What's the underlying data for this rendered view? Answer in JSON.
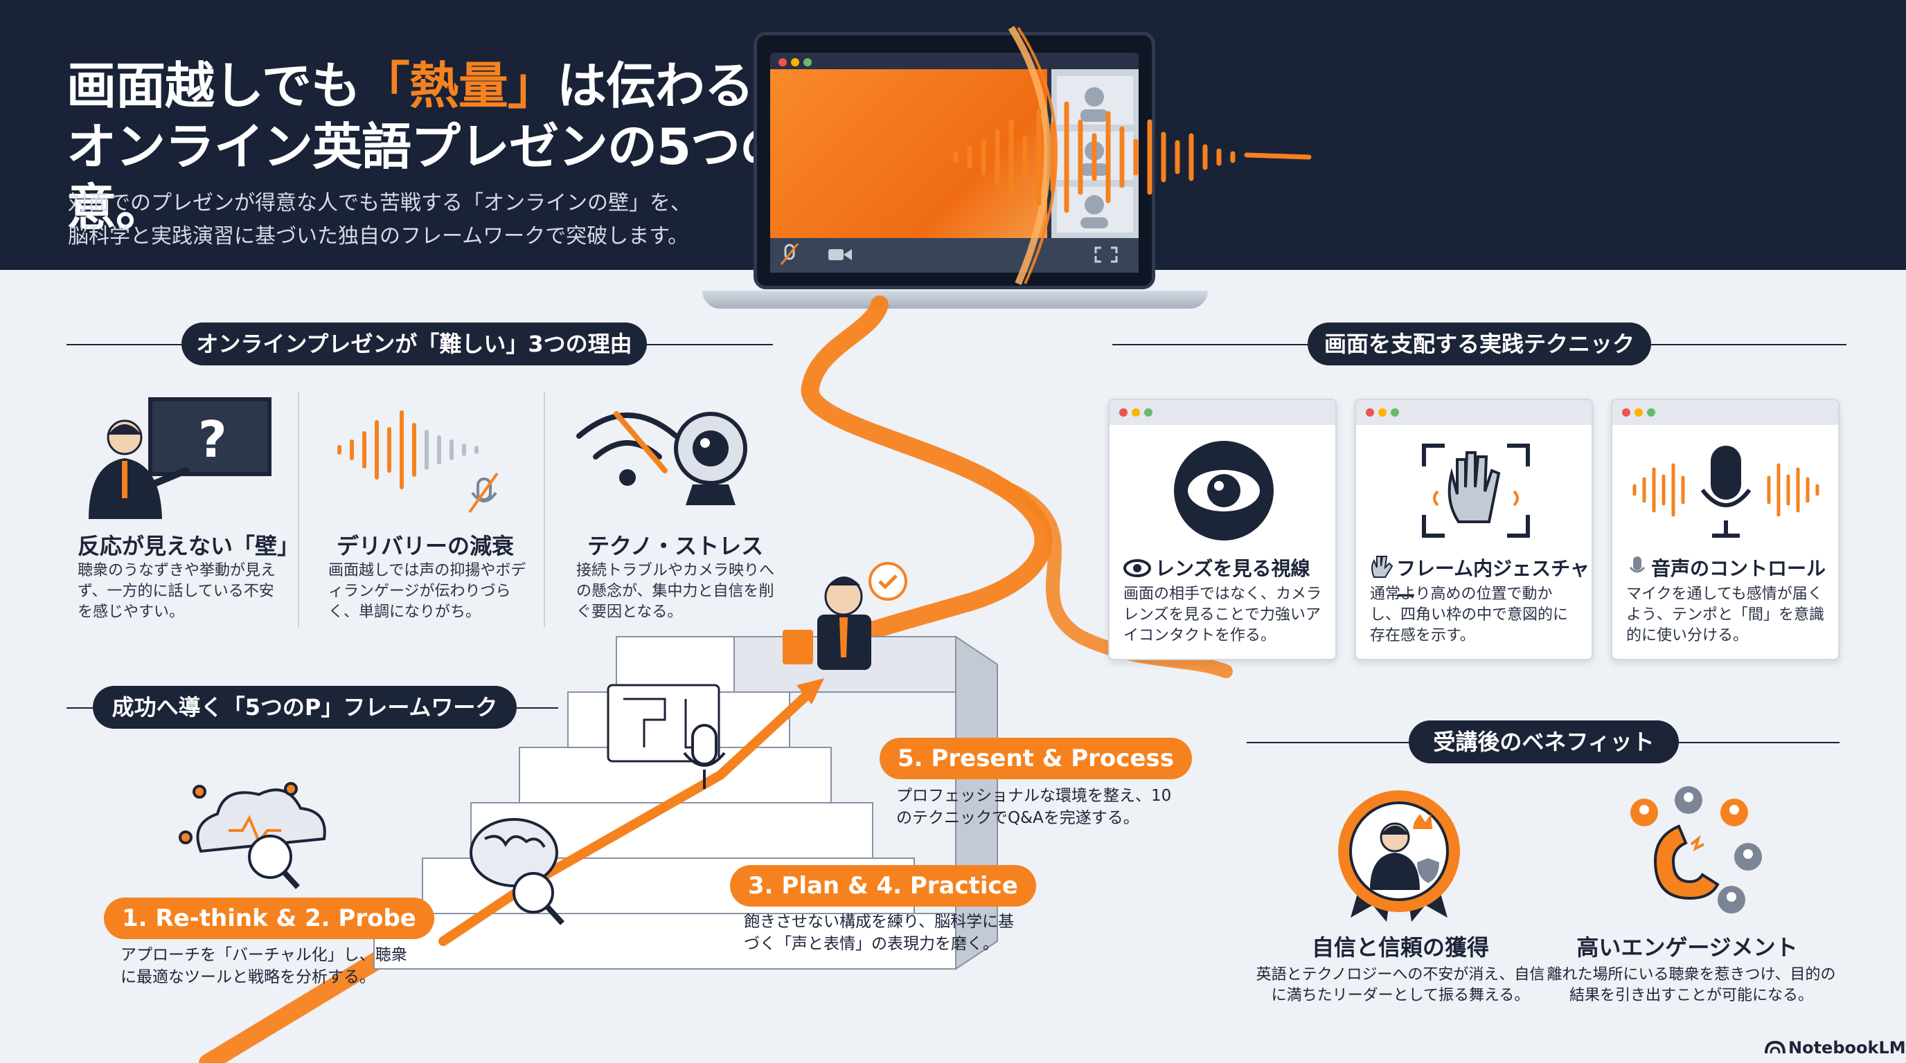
{
  "header": {
    "title_line1_pre": "画面越しでも",
    "title_line1_hl": "「熱量」",
    "title_line1_post": "は伝わる。",
    "title_line2": "オンライン英語プレゼンの5つの極意。",
    "subtitle_line1": "対面でのプレゼンが得意な人でも苦戦する「オンラインの壁」を、",
    "subtitle_line2": "脳科学と実践演習に基づいた独自のフレームワークで突破します。"
  },
  "reasons": {
    "heading": "オンラインプレゼンが「難しい」3つの理由",
    "items": [
      {
        "title": "反応が見えない「壁」",
        "desc": "聴衆のうなずきや挙動が見えず、一方的に話している不安を感じやすい。"
      },
      {
        "title": "デリバリーの減衰",
        "desc": "画面越しでは声の抑揚やボディランゲージが伝わりづらく、単調になりがち。"
      },
      {
        "title": "テクノ・ストレス",
        "desc": "接続トラブルやカメラ映りへの懸念が、集中力と自信を削ぐ要因となる。"
      }
    ]
  },
  "techniques": {
    "heading": "画面を支配する実践テクニック",
    "items": [
      {
        "title": "レンズを見る視線",
        "desc": "画面の相手ではなく、カメラレンズを見ることで力強いアイコンタクトを作る。"
      },
      {
        "title": "フレーム内ジェスチャー",
        "desc": "通常より高めの位置で動かし、四角い枠の中で意図的に存在感を示す。"
      },
      {
        "title": "音声のコントロール",
        "desc": "マイクを通しても感情が届くよう、テンポと「間」を意識的に使い分ける。"
      }
    ]
  },
  "framework": {
    "heading": "成功へ導く「5つのP」フレームワーク",
    "steps": [
      {
        "label": "1. Re-think & 2. Probe",
        "desc": "アプローチを「バーチャル化」し、聴衆に最適なツールと戦略を分析する。"
      },
      {
        "label": "3. Plan & 4. Practice",
        "desc": "飽きさせない構成を練り、脳科学に基づく「声と表情」の表現力を磨く。"
      },
      {
        "label": "5. Present & Process",
        "desc": "プロフェッショナルな環境を整え、10のテクニックでQ&Aを完遂する。"
      }
    ]
  },
  "benefits": {
    "heading": "受講後のベネフィット",
    "items": [
      {
        "title": "自信と信頼の獲得",
        "desc": "英語とテクノロジーへの不安が消え、自信に満ちたリーダーとして振る舞える。"
      },
      {
        "title": "高いエンゲージメント",
        "desc": "離れた場所にいる聴衆を惹きつけ、目的の結果を引き出すことが可能になる。"
      }
    ]
  },
  "brand": {
    "name": "NotebookLM"
  },
  "colors": {
    "navy": "#192237",
    "orange": "#f5821f",
    "bg": "#eef1f5"
  }
}
